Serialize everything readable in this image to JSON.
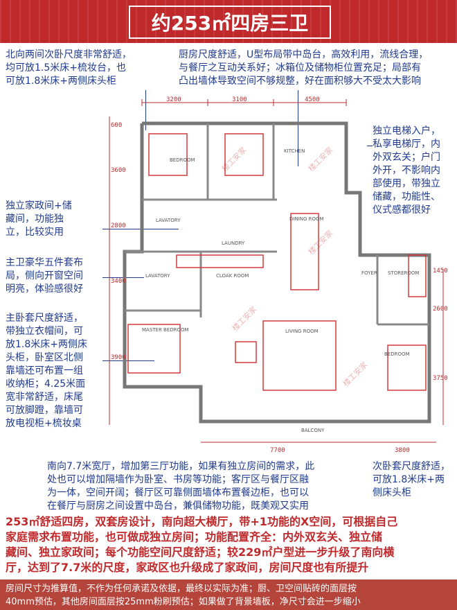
{
  "title": "约253㎡四房三卫",
  "notes": {
    "north_bedrooms": "北向两间次卧尺度非常舒适，\n均可放1.5米床+梳妆台，也\n可放1.8米床+两侧床头柜",
    "kitchen": "厨房尺度舒适，U型布局带中岛台，高效利用，流线合理，\n与餐厅之互动关系好；冰箱位及储物柜位置充足；局部有\n凸出墙体导致空间不够规整，好在面积够大不受太大影响",
    "elevator": "独立电梯入户，\n私享电梯厅，内\n外双玄关；户门\n外开，不影响内\n部使用，带独立\n储藏，功能性、\n仪式感都很好",
    "laundry": "独立家政间+储\n藏间，功能独\n立，比较实用",
    "master_bath": "主卫豪华五件套布\n局，侧向开窗空间\n明亮，体验感很好",
    "master_bedroom": "主卧套尺度舒适，\n带独立衣帽间，可\n放1.8米床+两侧床\n头柜，卧室区北侧\n靠墙还可布置一组\n收纳柜；4.25米面\n宽非常舒适，床尾\n可放脚蹬，靠墙可\n放电视柜+梳妆桌",
    "living": "南向7.7米宽厅，增加第三厅功能，如果有独立房间的需求，此\n处也可以增加隔墙作为卧室、书房等功能；客厅区与餐厅区融\n为一体，空间开阔；餐厅区可靠侧面墙体布置餐边柜，也可以\n在餐厅与厨房之间设置中岛台，兼俱储物功能，既美观又实用",
    "second_bedroom": "次卧套尺度舒适，\n可放1.8米床+两\n侧床头柜",
    "summary": "253㎡舒适四房，双套房设计，南向超大横厅，带+1功能的X空间，可根据自己\n家庭需求布置功能，也可做成独立房间；功能配置齐全：内外双玄关、独立储\n藏间、独立家政间；每个功能空间尺度舒适；较229㎡户型进一步升级了南向横\n厅，达到了7.7米的尺度，家政区也升级成了家政间，房间尺度也有所提升"
  },
  "footer": "房间尺寸为推算值，不作为任何承诺及依据，最终以实际为准；厨、卫空间贴砖的面层按\n40mm预估，其他房间面层按25mm粉刷预估；如果做了背景墙板，净尺寸会进一步缩小",
  "plan": {
    "room_labels": {
      "kitchen": "KITCHEN",
      "dining": "DINING ROOM",
      "lavatory_n": "LAVATORY",
      "laundry": "LAUNDRY",
      "lavatory_m": "LAVATORY",
      "cloak": "CLOAK ROOM",
      "master": "MASTER BEDROOM",
      "living": "LIVING ROOM",
      "bedroom_w": "BEDROOM",
      "bedroom_e": "BEDROOM",
      "foyer": "FOYER",
      "storeroom": "STOREROOM",
      "balcony": "BALCONY"
    },
    "dims": {
      "top_1": "3200",
      "top_2": "3100",
      "top_3": "4500",
      "bottom_1": "7700",
      "bottom_2": "3800",
      "left_1": "600",
      "left_2": "3600",
      "left_3": "2800",
      "left_4": "3400",
      "left_5": "3900",
      "right_1": "1450",
      "right_2": "2600",
      "right_3": "3750"
    },
    "watermark": "楼工安家"
  },
  "colors": {
    "header": "#c0292b",
    "note_blue": "#1f3a8c",
    "wall": "#777777",
    "furniture_red": "#d23a3a",
    "footer": "#b5443a"
  }
}
